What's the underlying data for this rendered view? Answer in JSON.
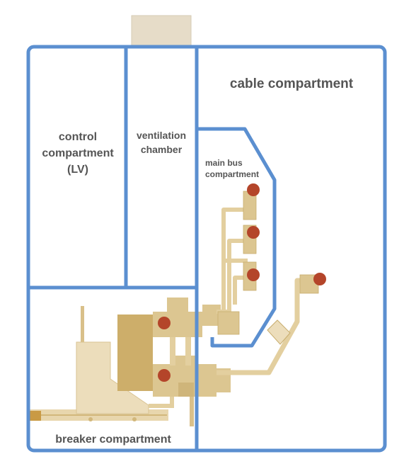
{
  "labels": {
    "cable": "cable compartment",
    "control_l1": "control",
    "control_l2": "compartment",
    "control_l3": "(LV)",
    "vent_l1": "ventilation",
    "vent_l2": "chamber",
    "mainbus_l1": "main bus",
    "mainbus_l2": "compartment",
    "breaker": "breaker compartment"
  },
  "colors": {
    "wall": "#5b8fd0",
    "busbar": "#e3cf9f",
    "busbar_edge": "#c8ad6e",
    "breaker_body": "#cdae6a",
    "contact": "#b4452a",
    "vent_cap": "#e6dcc8"
  }
}
